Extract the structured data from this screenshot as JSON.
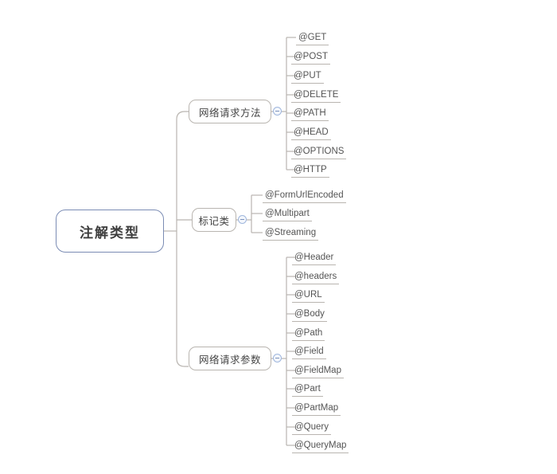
{
  "document": {
    "title": "注解类型",
    "type": "mindmap",
    "orientation": "left-to-right"
  },
  "colors": {
    "root_border": "#7b8cb4",
    "branch_border": "#b9b5b0",
    "connector": "#b9b5b0",
    "toggle_border": "#9fb6dd",
    "toggle_fill": "#f4f7fc",
    "text": "#545454",
    "root_text": "#3d3d3d",
    "background": "#ffffff"
  },
  "root": {
    "label": "注解类型"
  },
  "toggles": {
    "collapse_icon": "collapse-minus-icon",
    "state": "expanded"
  },
  "branches": [
    {
      "label": "网络请求方法",
      "items": [
        {
          "label": "@GET"
        },
        {
          "label": "@POST"
        },
        {
          "label": "@PUT"
        },
        {
          "label": "@DELETE"
        },
        {
          "label": "@PATH"
        },
        {
          "label": "@HEAD"
        },
        {
          "label": "@OPTIONS"
        },
        {
          "label": "@HTTP"
        }
      ]
    },
    {
      "label": "标记类",
      "items": [
        {
          "label": "@FormUrlEncoded"
        },
        {
          "label": "@Multipart"
        },
        {
          "label": "@Streaming"
        }
      ]
    },
    {
      "label": "网络请求参数",
      "items": [
        {
          "label": "@Header"
        },
        {
          "label": "@headers"
        },
        {
          "label": "@URL"
        },
        {
          "label": "@Body"
        },
        {
          "label": "@Path"
        },
        {
          "label": "@Field"
        },
        {
          "label": "@FieldMap"
        },
        {
          "label": "@Part"
        },
        {
          "label": "@PartMap"
        },
        {
          "label": "@Query"
        },
        {
          "label": "@QueryMap"
        }
      ]
    }
  ]
}
